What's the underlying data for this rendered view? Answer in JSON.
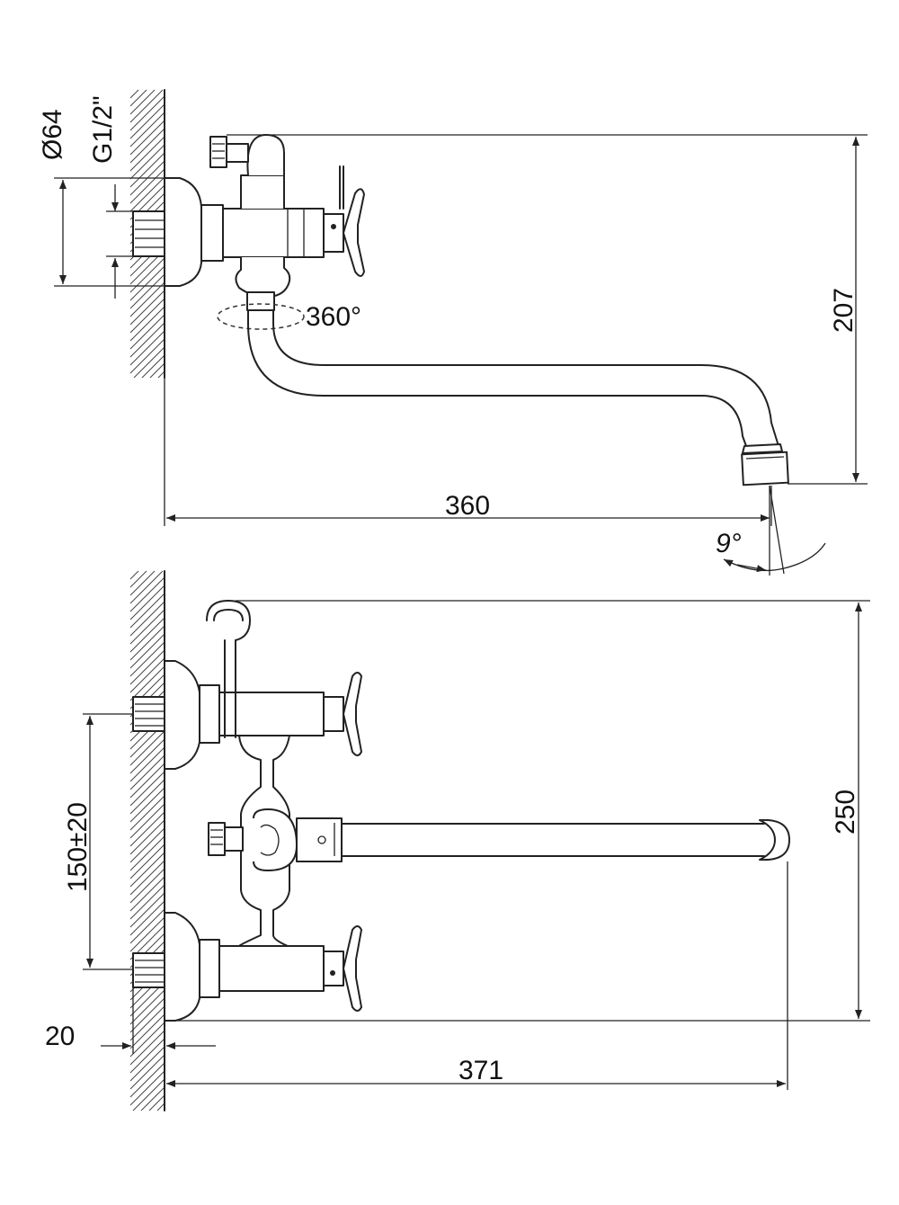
{
  "dimensions": {
    "top": {
      "diameter_label": "Ø64",
      "thread_label": "G1/2\"",
      "rotation_label": "360°",
      "height_label": "207",
      "length_label": "360",
      "angle_label": "9°"
    },
    "bottom": {
      "center_distance_label": "150±20",
      "height_label": "250",
      "offset_label": "20",
      "length_label": "371"
    }
  },
  "colors": {
    "line": "#222222",
    "background": "#ffffff"
  }
}
